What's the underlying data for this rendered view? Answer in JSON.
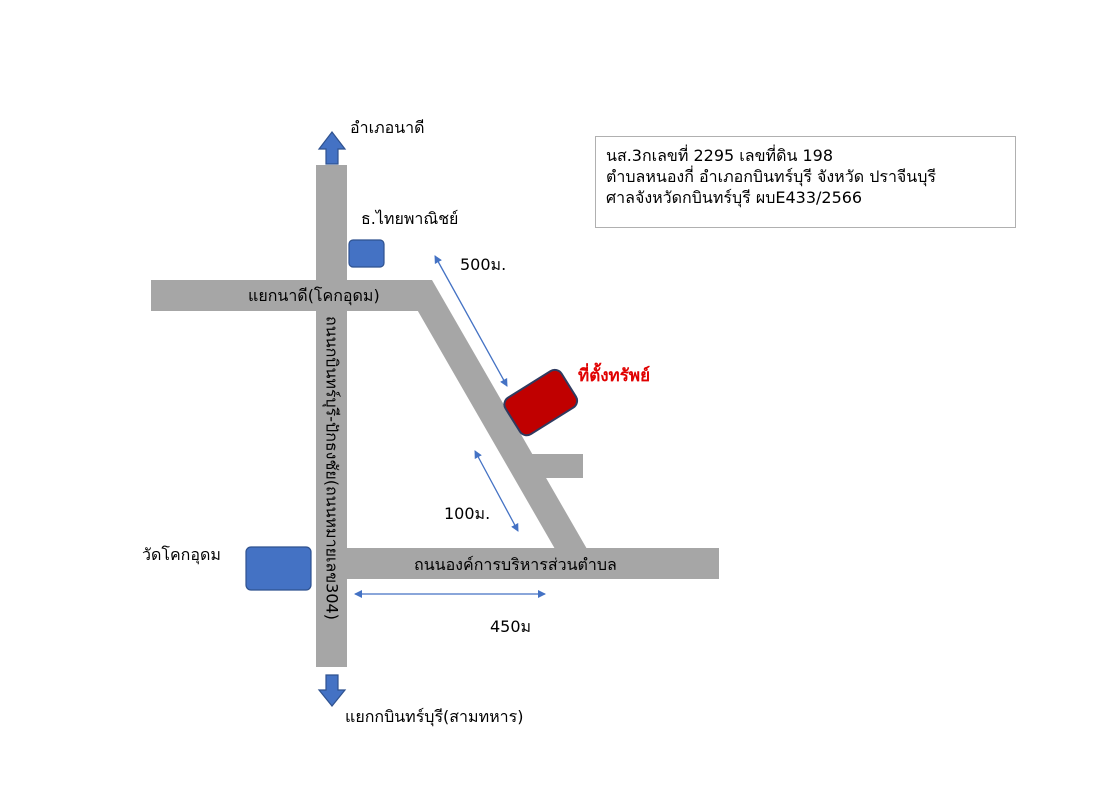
{
  "info": {
    "line1": "นส.3กเลขที่ 2295 เลขที่ดิน 198",
    "line2": "ตำบลหนองกี่ อำเภอกบินทร์บุรี จังหวัด ปราจีนบุรี",
    "line3": "ศาลจังหวัดกบินทร์บุรี ผบE433/2566"
  },
  "labels": {
    "north": "อำเภอนาดี",
    "south": "แยกกบินทร์บุรี(สามทหาร)",
    "bank": "ธ.ไทยพาณิชย์",
    "temple": "วัดโคกอุดม",
    "junction": "แยกนาดี(โคกอุดม)",
    "main_road": "ถนนกบินทร์บุรี-ปักธงชัย(ถนนหมายเลข304)",
    "local_road": "ถนนองค์การบริหารส่วนตำบล",
    "property": "ที่ตั้งทรัพย์"
  },
  "distances": {
    "d500": "500ม.",
    "d100": "100ม.",
    "d450": "450ม"
  },
  "colors": {
    "road": "#a6a6a6",
    "landmark": "#4472c4",
    "property": "#c00000",
    "arrow": "#4472c4",
    "text_red": "#e00000"
  }
}
